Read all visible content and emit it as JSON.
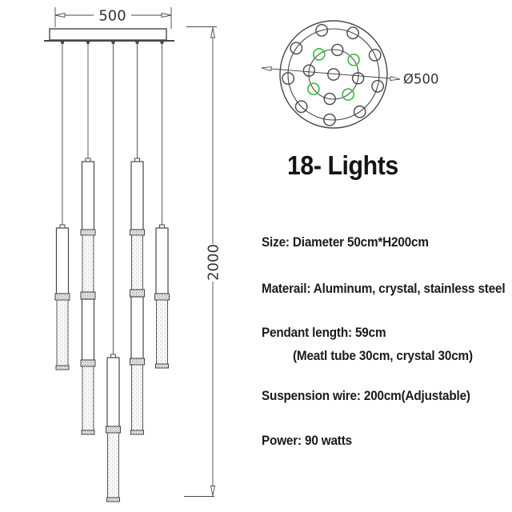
{
  "title": "18- Lights",
  "specs": [
    {
      "text": "Size: Diameter 50cm*H200cm",
      "indent": false
    },
    {
      "text": "Materail: Aluminum, crystal, stainless steel",
      "indent": false
    },
    {
      "text": "Pendant length: 59cm",
      "indent": false
    },
    {
      "text": "(Meatl tube 30cm, crystal 30cm)",
      "indent": true
    },
    {
      "text": "Suspension wire: 200cm(Adjustable)",
      "indent": false
    },
    {
      "text": "Power: 90 watts",
      "indent": false
    }
  ],
  "front_view": {
    "width_label": "500",
    "height_label": "2000"
  },
  "top_view": {
    "diameter_label": "Ø500",
    "total_lights": 18,
    "outer_ring": {
      "count": 9,
      "radius": 57,
      "start_angle": 345,
      "step": 40
    },
    "inner_ring": {
      "count": 8,
      "radius": 31,
      "start_angle": 9,
      "step": 45,
      "alternate_green": true
    },
    "has_center_light": true
  },
  "colors": {
    "line": "#474747",
    "green": "#3fbf43",
    "text": "#1b1b1b"
  }
}
